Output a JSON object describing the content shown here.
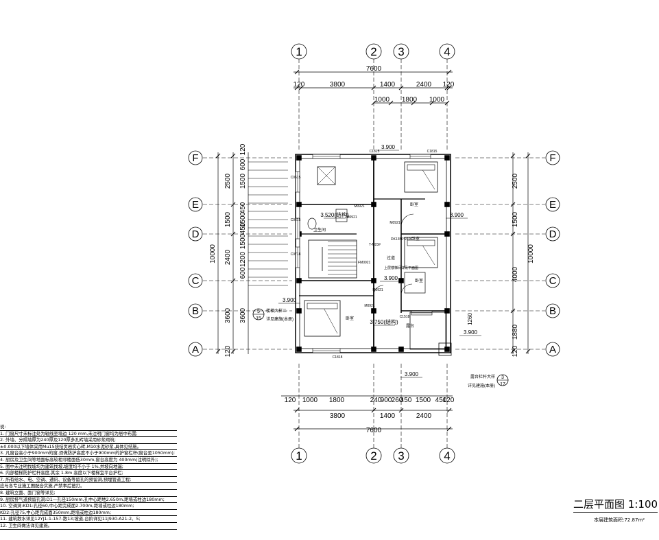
{
  "drawing": {
    "title": "二层平面图",
    "scale": "1:100",
    "area_note": "本层建筑面积:72.87m²"
  },
  "axes": {
    "columns": [
      "1",
      "2",
      "3",
      "4"
    ],
    "rows": [
      "F",
      "E",
      "D",
      "C",
      "B",
      "A"
    ]
  },
  "dims_top": {
    "total": "7600",
    "row1": [
      "120",
      "3800",
      "1400",
      "2400",
      "120"
    ],
    "row2": [
      "1000",
      "1800",
      "1000"
    ]
  },
  "dims_bottom": {
    "total": "7600",
    "row1": [
      "3800",
      "1400",
      "2400"
    ],
    "row2": [
      "120",
      "1000",
      "1800",
      "240",
      "900",
      "260",
      "450",
      "1500",
      "450",
      "120"
    ]
  },
  "dims_left": {
    "total": "10000",
    "outer": [
      "2500",
      "1500",
      "2400",
      "3600",
      "120"
    ],
    "inner": [
      "120",
      "600",
      "1500",
      "450",
      "1500",
      "450",
      "1500",
      "600",
      "1200",
      "600",
      "3600"
    ]
  },
  "dims_right": {
    "total": "10000",
    "outer": [
      "2500",
      "1500",
      "4000",
      "1880",
      "120"
    ],
    "inner": [
      "120",
      "120",
      "1260"
    ]
  },
  "room_labels": [
    "卧室",
    "卧室",
    "卧室",
    "卧室",
    "过道",
    "露台",
    "卫生间"
  ],
  "tags": [
    "C1815",
    "C1815",
    "C1818",
    "C1518",
    "C0615",
    "C0615",
    "C0718",
    "M0921",
    "M0921",
    "M0921",
    "M0921",
    "M0921",
    "DK1350*2400",
    "T-M23#",
    "FM0921",
    "上层楼梯间详见平面图"
  ],
  "elevations": [
    "3.900",
    "3.900",
    "3.900",
    "3.900",
    "3.900",
    "3.900",
    "3.520(结构)",
    "3.750(结构)"
  ],
  "stair_note": [
    "楼梯大样二",
    "详见建施(本册)"
  ],
  "balcony_note": [
    "露台栏杆大样",
    "详见建施(本册)"
  ],
  "callout_left": {
    "num": "5",
    "sheet": "15"
  },
  "callout_right": {
    "num": "3",
    "sheet": "17"
  },
  "notes": [
    "说:",
    "1. 门窗尺寸未标注处为轴线至墙边 120 mm,未注明门窗均为居中布置;",
    "2. 外墙、分隔墙厚为240厚及120厚多孔砖墙采用砂浆砌筑;",
    "±0.000以下墙体采用Mu15烧结页岩实心砖,M10水泥砂浆,具体见结施。",
    "3. 凡窗台高小于900mm的窗,须做防护高度不小于900mm的护窗栏杆(窗台至1050mm);",
    "4. 厨房及卫生间等地面标高较相邻楼面低30mm,窗台高度为 400mm(注明除外);",
    "5. 图中未注明找坡均为建筑找坡,坡度均不小于 1%,并坡向地漏;",
    "6. 内部楼梯防护栏杆高度,其余 1.8m 高度以下楼梯宜平台护栏;",
    "7. 所有给水、电、空调、通讯、设备等留孔的预留洞,预埋管道工程;",
    "应与各专业施工图配合实施,严禁事后凿打。",
    "8. 建筑立面、面门窗等详见;",
    "9. 厨房排气道预留孔洞:D1—孔径150mm,孔中心距地2.650m,距墙或柱边180mm;",
    "10. 空调洞:KD1:孔径60,中心距完成面2.700m,距墙或柱边180mm;",
    "KD2:孔径75,中心距完成面350mm,距墙或柱边180mm;",
    "11. 建筑散水详见12YJ1-1-157-散13;坡道,台阶详见11J930-A21-2、5;",
    "12. 卫生间做法详见建施。"
  ]
}
